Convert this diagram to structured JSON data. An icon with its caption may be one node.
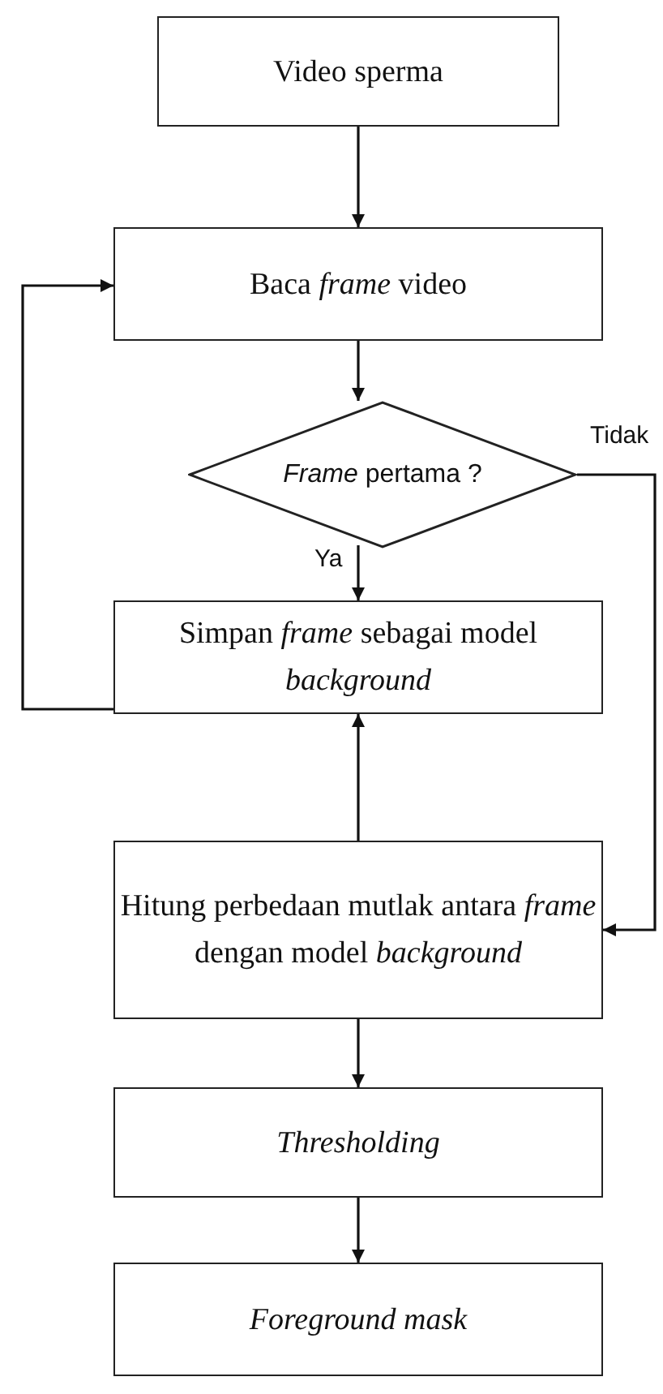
{
  "diagram": {
    "nodes": [
      {
        "text": [
          "Video sperma"
        ]
      },
      {
        "text": [
          "Baca *frame* video"
        ]
      },
      {
        "text": [
          "*Frame* pertama ?"
        ]
      },
      {
        "text": [
          "Simpan *frame* sebagai model *background*"
        ]
      },
      {
        "text": [
          "Hitung perbedaan mutlak antara *frame* dengan model *background*"
        ]
      },
      {
        "text": [
          "Thresholding"
        ]
      },
      {
        "text": [
          "Foreground mask"
        ]
      }
    ],
    "edges": [
      {
        "from": 0,
        "to": 1,
        "arrow": "to"
      },
      {
        "from": 1,
        "to": 2,
        "arrow": "to"
      },
      {
        "from": 2,
        "to": 3,
        "arrow": "to",
        "label": "Ya"
      },
      {
        "from": 2,
        "to": 4,
        "arrow": "to",
        "label": "Tidak"
      },
      {
        "from": 3,
        "to": 1,
        "arrow": "to"
      },
      {
        "from": 4,
        "to": 3,
        "arrow": "to"
      },
      {
        "from": 4,
        "to": 5,
        "arrow": "to"
      },
      {
        "from": 5,
        "to": 6,
        "arrow": "to"
      }
    ]
  }
}
